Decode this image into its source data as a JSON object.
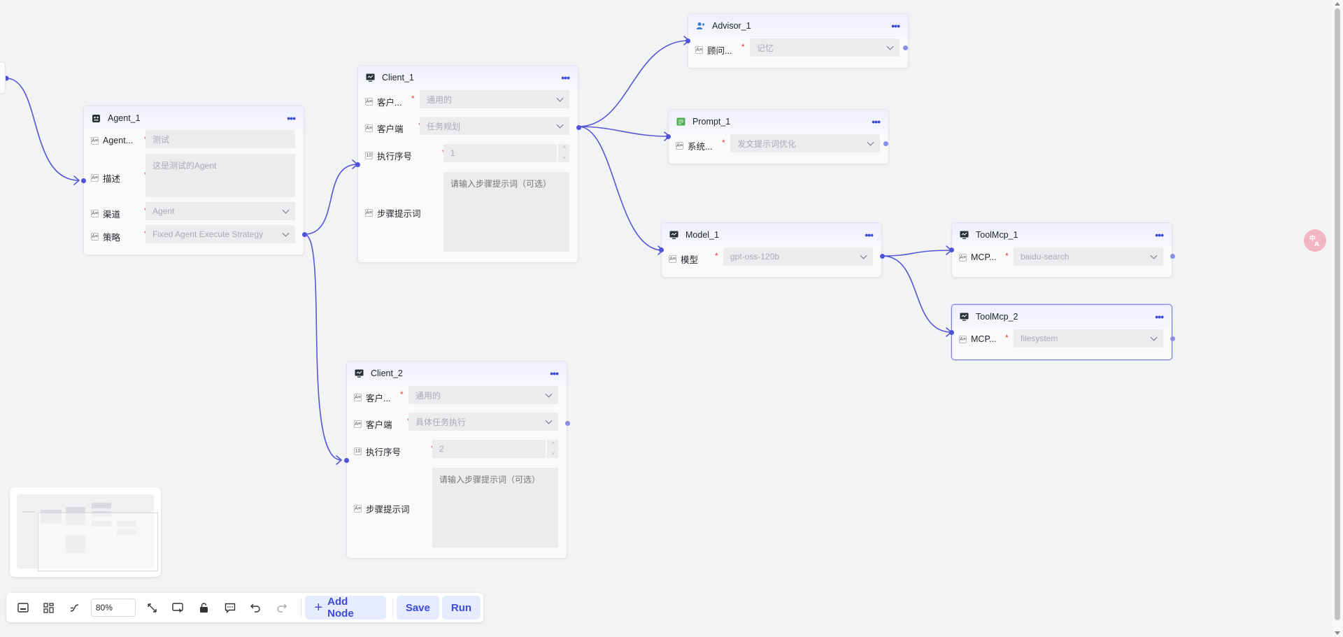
{
  "nodes": {
    "agent": {
      "title": "Agent_1",
      "f1": {
        "label": "Agent...",
        "value": "测试"
      },
      "f2": {
        "label": "描述",
        "value": "这是测试的Agent"
      },
      "f3": {
        "label": "渠道",
        "value": "Agent"
      },
      "f4": {
        "label": "策略",
        "value": "Fixed Agent Execute Strategy"
      }
    },
    "client1": {
      "title": "Client_1",
      "f1": {
        "label": "客户...",
        "value": "通用的"
      },
      "f2": {
        "label": "客户端",
        "value": "任务规划"
      },
      "f3": {
        "label": "执行序号",
        "value": "1"
      },
      "f4": {
        "label": "步骤提示词",
        "placeholder": "请输入步骤提示词（可选）"
      }
    },
    "client2": {
      "title": "Client_2",
      "f1": {
        "label": "客户...",
        "value": "通用的"
      },
      "f2": {
        "label": "客户端",
        "value": "具体任务执行"
      },
      "f3": {
        "label": "执行序号",
        "value": "2"
      },
      "f4": {
        "label": "步骤提示词",
        "placeholder": "请输入步骤提示词（可选）"
      }
    },
    "advisor": {
      "title": "Advisor_1",
      "f1": {
        "label": "顾问...",
        "value": "记忆"
      }
    },
    "prompt": {
      "title": "Prompt_1",
      "f1": {
        "label": "系统...",
        "value": "发文提示词优化"
      }
    },
    "model": {
      "title": "Model_1",
      "f1": {
        "label": "模型",
        "value": "gpt-oss-120b"
      }
    },
    "tool1": {
      "title": "ToolMcp_1",
      "f1": {
        "label": "MCP...",
        "value": "baidu-search"
      }
    },
    "tool2": {
      "title": "ToolMcp_2",
      "f1": {
        "label": "MCP...",
        "value": "filesystem"
      }
    }
  },
  "required_mark": "*",
  "field_icon": "A≡",
  "number_icon": "10",
  "more_icon": "•••",
  "toolbar": {
    "zoom": "80%",
    "add_node": "Add Node",
    "save": "Save",
    "run": "Run"
  },
  "colors": {
    "accent": "#4f52d8",
    "edge": "#5457d6",
    "button_bg": "#e6ebfd",
    "required": "#e33a3a"
  }
}
